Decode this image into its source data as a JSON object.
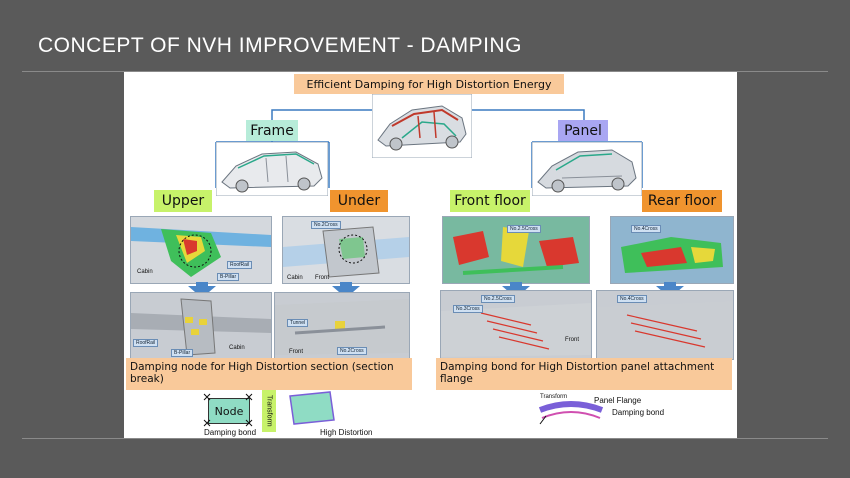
{
  "slide": {
    "title": "CONCEPT OF NVH IMPROVEMENT - DAMPING"
  },
  "diagram": {
    "top_banner": "Efficient Damping for High Distortion Energy",
    "frame_label": "Frame",
    "panel_label": "Panel",
    "upper_label": "Upper",
    "under_label": "Under",
    "front_floor_label": "Front floor",
    "rear_floor_label": "Rear floor",
    "upper_top_tags": [
      "RoofRail",
      "B-Pillar",
      "Cabin"
    ],
    "upper_bottom_tags": [
      "RoofRail",
      "B-Pillar",
      "Cabin"
    ],
    "under_top_tags": [
      "No.2Cross",
      "Cabin",
      "Front"
    ],
    "under_bottom_tags": [
      "Tunnel",
      "Front",
      "No.2Cross"
    ],
    "front_top_tags": [
      "No.2.5Cross"
    ],
    "front_bottom_tags": [
      "No.2.5Cross",
      "No.3Cross",
      "Front"
    ],
    "rear_top_tags": [
      "No.4Cross"
    ],
    "rear_bottom_tags": [
      "No.4Cross"
    ],
    "node_note": "Damping node for High Distortion section (section break)",
    "bond_note": "Damping bond for High Distortion panel attachment flange",
    "node_box": "Node",
    "transform_left": "Transform",
    "damping_bond_left": "Damping bond",
    "high_distortion": "High Distortion",
    "transform_right": "Transform",
    "panel_flange": "Panel Flange",
    "damping_bond_right": "Damping bond"
  },
  "colors": {
    "background": "#5a5a5a",
    "banner": "#f9c99a",
    "frame_box": "#b7ecd9",
    "panel_box": "#a9a6f2",
    "upper_box": "#c7f26a",
    "under_box": "#f0942e",
    "front_box": "#c7f26a",
    "rear_box": "#f0942e",
    "arrow": "#4a86c8"
  }
}
